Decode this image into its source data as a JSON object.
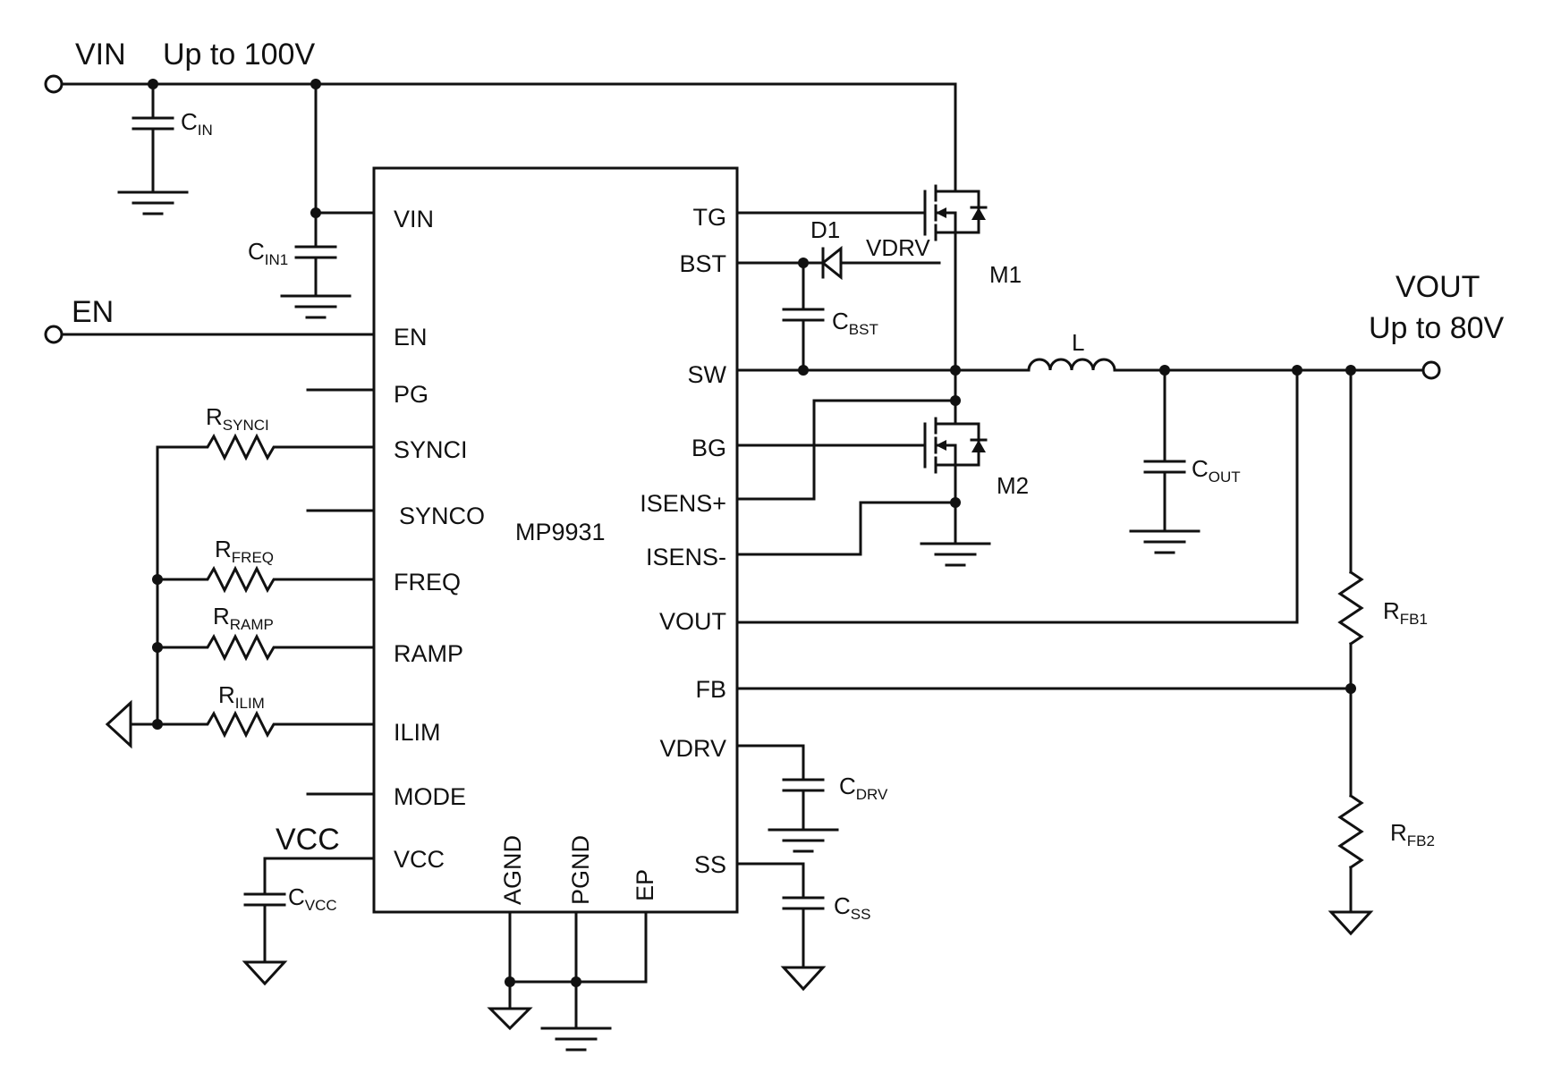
{
  "ic": {
    "part_number": "MP9931",
    "left_pins": [
      "VIN",
      "EN",
      "PG",
      "SYNCI",
      "SYNCO",
      "FREQ",
      "RAMP",
      "ILIM",
      "MODE",
      "VCC"
    ],
    "right_pins": [
      "TG",
      "BST",
      "SW",
      "BG",
      "ISENS+",
      "ISENS-",
      "VOUT",
      "FB",
      "VDRV",
      "SS"
    ],
    "bottom_pins": [
      "AGND",
      "PGND",
      "EP"
    ]
  },
  "nets": {
    "vin": "VIN",
    "vin_note": "Up to 100V",
    "en": "EN",
    "vout": "VOUT",
    "vout_note": "Up to 80V",
    "vcc": "VCC",
    "vdrv": "VDRV"
  },
  "components": {
    "cin": {
      "main": "C",
      "sub": "IN"
    },
    "cin1": {
      "main": "C",
      "sub": "IN1"
    },
    "cbst": {
      "main": "C",
      "sub": "BST"
    },
    "d1": "D1",
    "m1": "M1",
    "m2": "M2",
    "l": "L",
    "cout": {
      "main": "C",
      "sub": "OUT"
    },
    "rsynci": {
      "main": "R",
      "sub": "SYNCI"
    },
    "rfreq": {
      "main": "R",
      "sub": "FREQ"
    },
    "rramp": {
      "main": "R",
      "sub": "RAMP"
    },
    "rilim": {
      "main": "R",
      "sub": "ILIM"
    },
    "cvcc": {
      "main": "C",
      "sub": "VCC"
    },
    "cdrv": {
      "main": "C",
      "sub": "DRV"
    },
    "css": {
      "main": "C",
      "sub": "SS"
    },
    "rfb1": {
      "main": "R",
      "sub": "FB1"
    },
    "rfb2": {
      "main": "R",
      "sub": "FB2"
    }
  }
}
